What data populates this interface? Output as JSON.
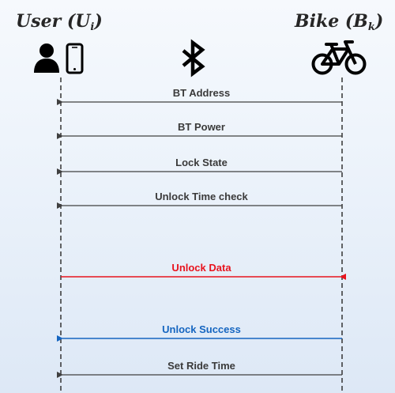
{
  "actors": {
    "user": {
      "name": "User (",
      "sub": "i",
      "name_end": ")",
      "letter": "U"
    },
    "bike": {
      "name": "Bike (",
      "sub": "k",
      "name_end": ")",
      "letter": "B"
    }
  },
  "icons": {
    "user": [
      "person-icon",
      "smartphone-icon"
    ],
    "channel": "bluetooth-icon",
    "bike": "bicycle-icon"
  },
  "messages": [
    {
      "label": "BT Address",
      "direction": "bike-to-user",
      "color": "#404040"
    },
    {
      "label": "BT Power",
      "direction": "bike-to-user",
      "color": "#404040"
    },
    {
      "label": "Lock State",
      "direction": "bike-to-user",
      "color": "#404040"
    },
    {
      "label": "Unlock Time check",
      "direction": "bike-to-user",
      "color": "#404040"
    },
    {
      "label": "Unlock Data",
      "direction": "user-to-bike",
      "color": "#e8141e"
    },
    {
      "label": "Unlock Success",
      "direction": "bike-to-user",
      "color": "#1565c0"
    },
    {
      "label": "Set Ride Time",
      "direction": "bike-to-user",
      "color": "#404040"
    }
  ]
}
